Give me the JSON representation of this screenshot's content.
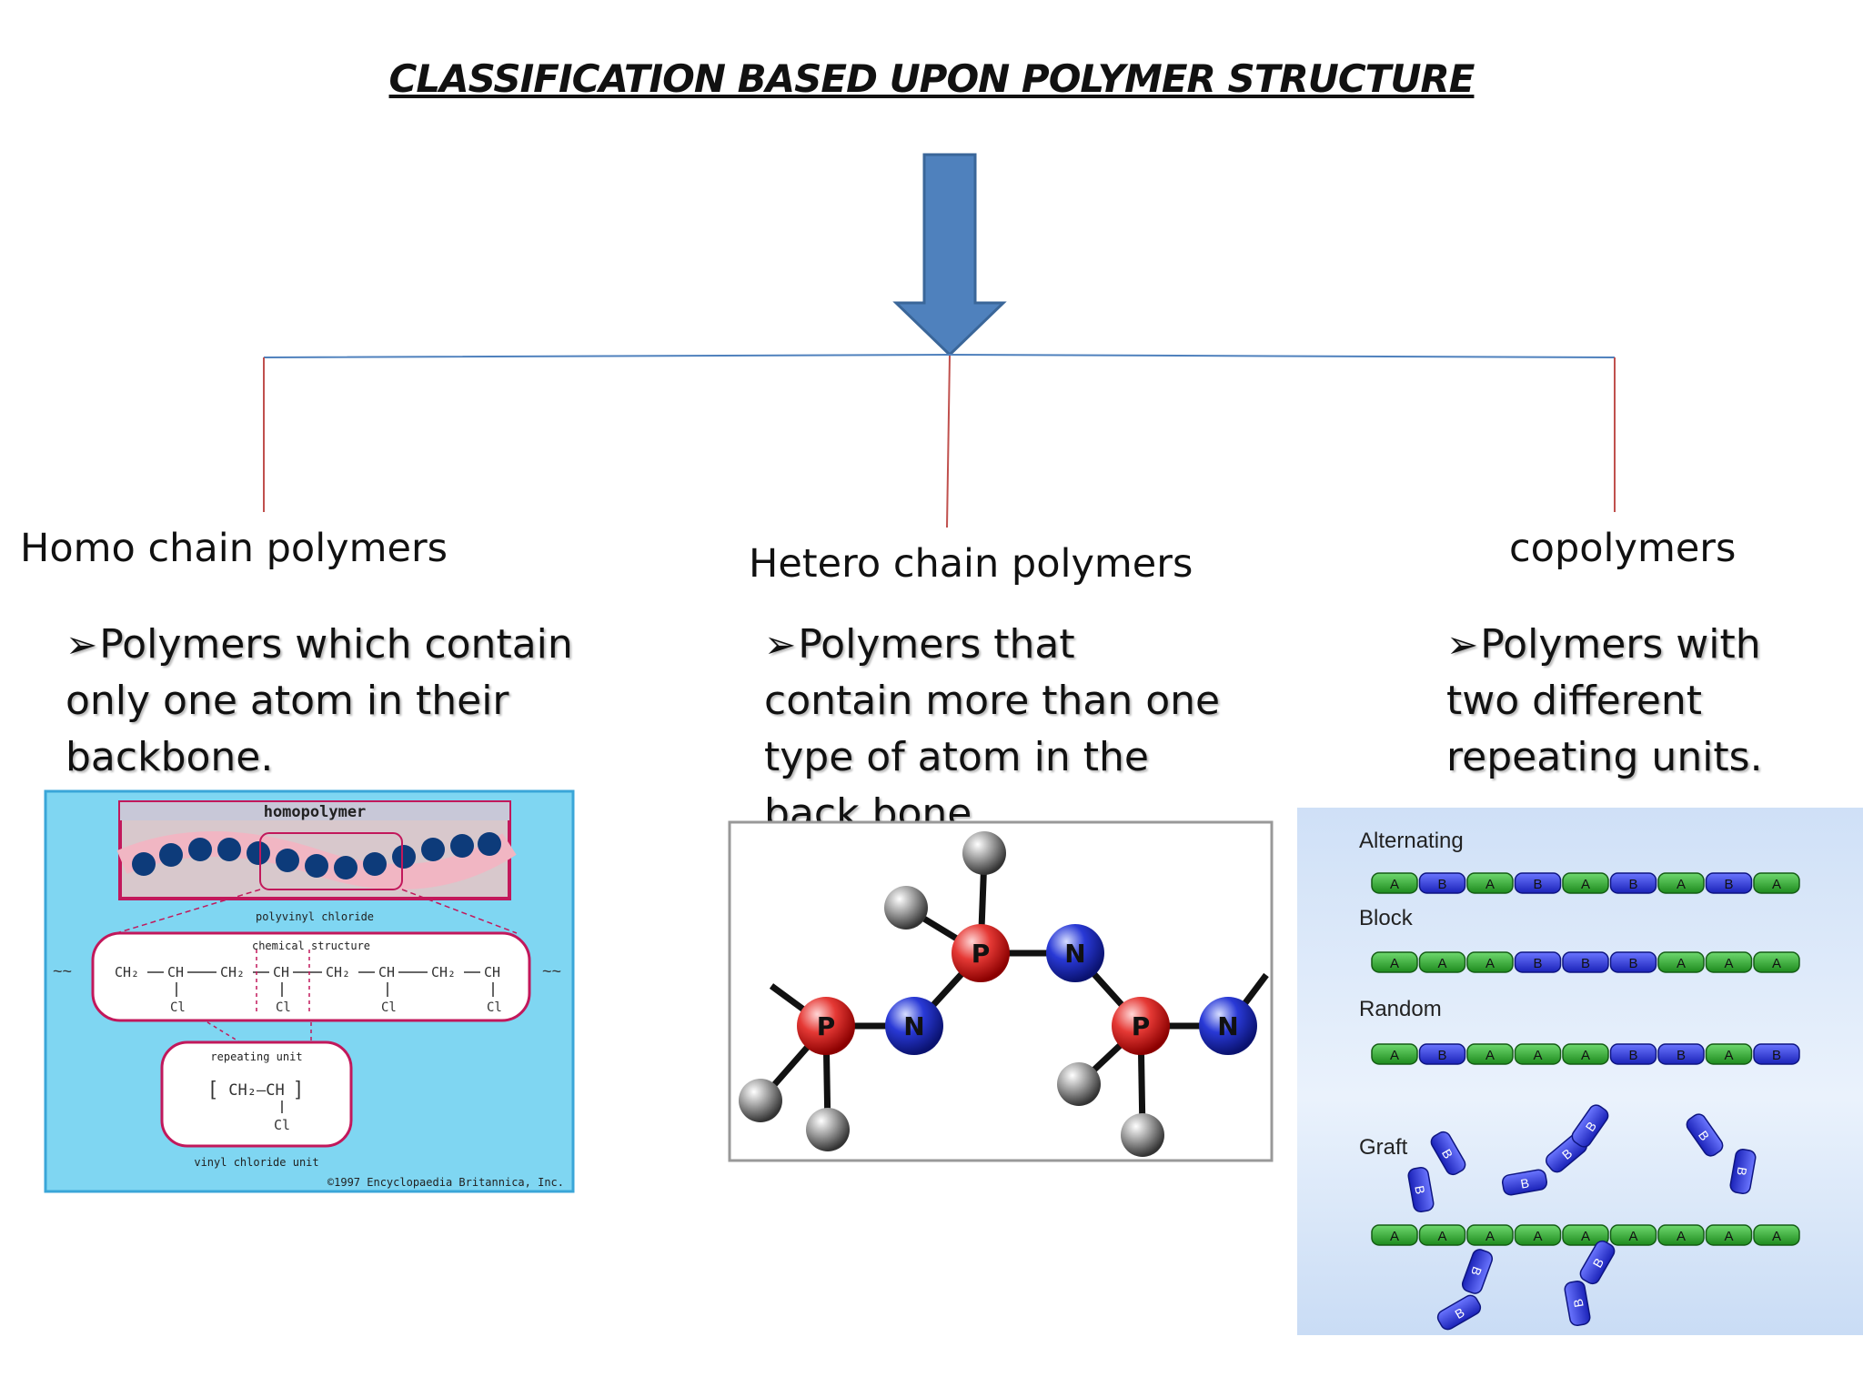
{
  "title": "CLASSIFICATION BASED  UPON POLYMER STRUCTURE",
  "colors": {
    "arrow": "#4f81bd",
    "branch_horizontal": "#4f81bd",
    "branch_vertical": "#c0504d"
  },
  "categories": [
    {
      "heading": "Homo chain polymers",
      "description": "Polymers which contain only one atom in their backbone.",
      "bullet": "➢"
    },
    {
      "heading": "Hetero chain polymers",
      "description": "Polymers that contain more than one type of atom in the back bone.",
      "bullet": "➢"
    },
    {
      "heading": "copolymers",
      "description": "Polymers with two different repeating units.",
      "bullet": "➢"
    }
  ],
  "homopolymer_figure": {
    "header": "homopolymer",
    "name": "polyvinyl chloride",
    "structure_label": "chemical structure",
    "chain_units": [
      "CH₂",
      "CH",
      "CH₂",
      "CH",
      "CH₂",
      "CH",
      "CH₂",
      "CH"
    ],
    "substituent": "Cl",
    "repeating_label": "repeating unit",
    "repeating_unit": "CH₂—CH",
    "unit_label": "vinyl chloride unit",
    "credit": "©1997 Encyclopaedia Britannica, Inc."
  },
  "hetero_figure": {
    "atoms": [
      "P",
      "N",
      "P",
      "N",
      "P",
      "N"
    ]
  },
  "copolymer_figure": {
    "rows": [
      {
        "label": "Alternating",
        "units": [
          "A",
          "B",
          "A",
          "B",
          "A",
          "B",
          "A",
          "B",
          "A"
        ]
      },
      {
        "label": "Block",
        "units": [
          "A",
          "A",
          "A",
          "B",
          "B",
          "B",
          "A",
          "A",
          "A"
        ]
      },
      {
        "label": "Random",
        "units": [
          "A",
          "B",
          "A",
          "A",
          "A",
          "B",
          "B",
          "A",
          "B"
        ]
      },
      {
        "label": "Graft",
        "units": [
          "A",
          "A",
          "A",
          "A",
          "A",
          "A",
          "A",
          "A",
          "A"
        ]
      }
    ],
    "graft_unit": "B"
  }
}
